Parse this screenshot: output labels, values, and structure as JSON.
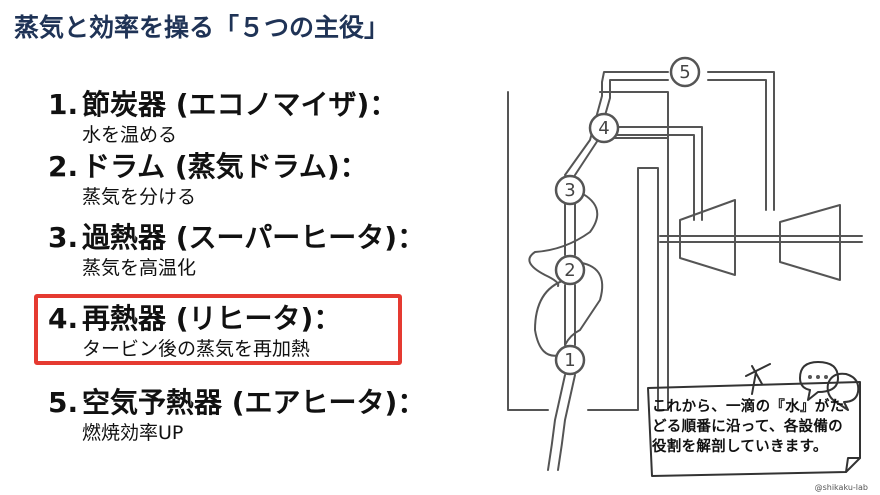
{
  "title": "蒸気と効率を操る「５つの主役」",
  "items": [
    {
      "num": "1.",
      "name": "節炭器 (エコノマイザ)：",
      "desc": "水を温める"
    },
    {
      "num": "2.",
      "name": "ドラム (蒸気ドラム)：",
      "desc": "蒸気を分ける"
    },
    {
      "num": "3.",
      "name": "過熱器 (スーパーヒータ)：",
      "desc": "蒸気を高温化"
    },
    {
      "num": "4.",
      "name": "再熱器 (リヒータ)：",
      "desc": "タービン後の蒸気を再加熱"
    },
    {
      "num": "5.",
      "name": "空気予熱器 (エアヒータ)：",
      "desc": "燃焼効率UP"
    }
  ],
  "highlighted_item": 4,
  "diagram_labels": {
    "n1": "1",
    "n2": "2",
    "n3": "3",
    "n4": "4",
    "n5": "5"
  },
  "note": {
    "line1": "これから、一滴の『水』がた",
    "line2": "どる順番に沿って、各設備の",
    "line3": "役割を解剖していきます。"
  },
  "credit": "@shikaku-lab",
  "colors": {
    "title": "#1f3356",
    "highlight": "#e53a31",
    "line": "#555555"
  }
}
